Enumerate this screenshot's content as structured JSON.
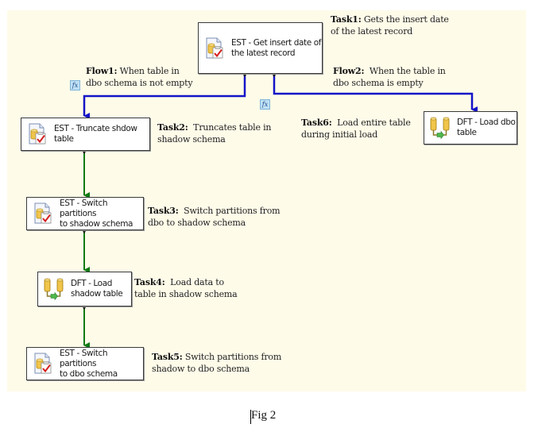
{
  "tasks": [
    {
      "id": "task1",
      "type": "EST",
      "label": "EST - Get insert date of\nthe latest record",
      "icon": "execute-sql-task-icon"
    },
    {
      "id": "task2",
      "type": "EST",
      "label": "EST - Truncate shdow\ntable",
      "icon": "execute-sql-task-icon"
    },
    {
      "id": "task3",
      "type": "EST",
      "label": "EST - Switch partitions\nto shadow schema",
      "icon": "execute-sql-task-icon"
    },
    {
      "id": "task4",
      "type": "DFT",
      "label": "DFT - Load\nshadow table",
      "icon": "data-flow-task-icon"
    },
    {
      "id": "task5",
      "type": "EST",
      "label": "EST - Switch partitions\nto dbo schema",
      "icon": "execute-sql-task-icon"
    },
    {
      "id": "task6",
      "type": "DFT",
      "label": "DFT - Load dbo\ntable",
      "icon": "data-flow-task-icon"
    }
  ],
  "notes": {
    "task1": {
      "title": "Task1:",
      "line1": " Gets the insert date",
      "line2": "of the latest record"
    },
    "flow1": {
      "title": "Flow1:",
      "line1": " When table in",
      "line2": "dbo schema is not empty"
    },
    "flow2": {
      "title": "Flow2:",
      "line1": "  When the table in",
      "line2": "dbo schema is empty"
    },
    "task2": {
      "title": "Task2:",
      "line1": "  Truncates table in",
      "line2": "shadow schema"
    },
    "task6": {
      "title": "Task6:",
      "line1": "  Load entire table",
      "line2": "during initial load"
    },
    "task3": {
      "title": "Task3:",
      "line1": "  Switch partitions from",
      "line2": "dbo to shadow schema"
    },
    "task4": {
      "title": "Task4:",
      "line1": "  Load data to",
      "line2": "table in shadow schema"
    },
    "task5": {
      "title": "Task5:",
      "line1": " Switch partitions from",
      "line2": "shadow to dbo schema"
    }
  },
  "expression_badge": "fx",
  "connections": [
    {
      "from": "task1",
      "to": "task2",
      "kind": "expression",
      "color": "#1414c8"
    },
    {
      "from": "task1",
      "to": "task6",
      "kind": "expression",
      "color": "#1414c8"
    },
    {
      "from": "task2",
      "to": "task3",
      "kind": "success",
      "color": "#0f7a14"
    },
    {
      "from": "task3",
      "to": "task4",
      "kind": "success",
      "color": "#0f7a14"
    },
    {
      "from": "task4",
      "to": "task5",
      "kind": "success",
      "color": "#0f7a14"
    }
  ],
  "colors": {
    "panel": "#fefbe9",
    "expression_flow": "#1414c8",
    "success_flow": "#0f7a14"
  },
  "caption": "Fig 2"
}
